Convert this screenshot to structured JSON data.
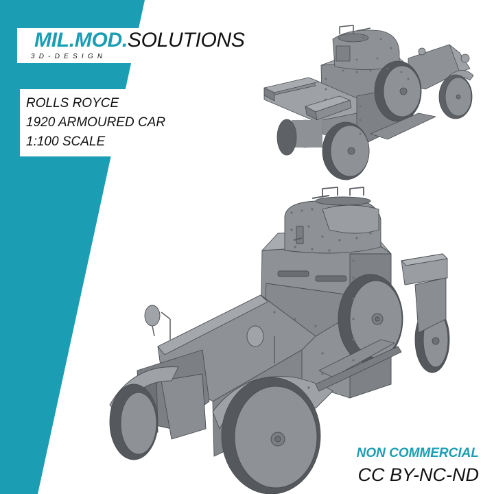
{
  "colors": {
    "accent": "#1b9db4",
    "text": "#111111",
    "background": "#ffffff",
    "model_gray": "#8e9296",
    "model_shadow": "#6e7276"
  },
  "logo": {
    "brand": "MIL.MOD.",
    "suffix": "SOLUTIONS",
    "tagline": "3D-DESIGN"
  },
  "title": {
    "lines": [
      "ROLLS ROYCE",
      "1920 ARMOURED CAR",
      "1:100 SCALE"
    ]
  },
  "renders": [
    {
      "label": "rear-three-quarter-view"
    },
    {
      "label": "front-three-quarter-view"
    }
  ],
  "license": {
    "type": "NON COMMERCIAL",
    "code": "CC BY-NC-ND"
  }
}
